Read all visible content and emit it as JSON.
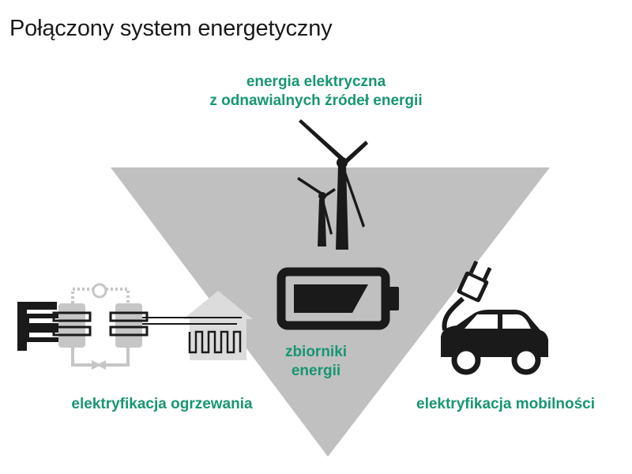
{
  "title": "Połączony system energetyczny",
  "colors": {
    "label_green": "#179672",
    "triangle_gray": "#c0c0c0",
    "icon_dark": "#1a1a1a",
    "icon_light": "#c6c6c6"
  },
  "labels": {
    "renewables_line1": "energia elektryczna",
    "renewables_line2": "z odnawialnych źródeł energii",
    "storage_line1": "zbiorniki",
    "storage_line2": "energii",
    "heating": "elektryfikacja ogrzewania",
    "mobility": "elektryfikacja mobilności"
  },
  "icons": {
    "renewables": "wind-turbine-icon",
    "storage": "battery-icon",
    "heating": "heat-pump-icon",
    "mobility": "electric-car-icon"
  }
}
